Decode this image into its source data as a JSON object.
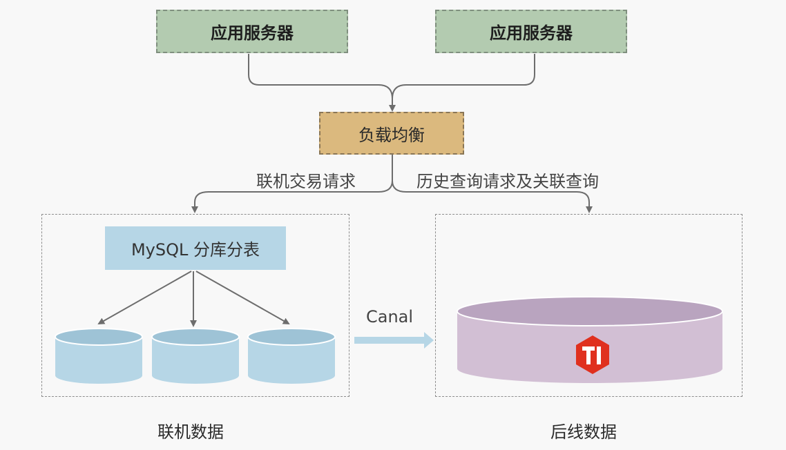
{
  "diagram": {
    "app_servers": [
      "应用服务器",
      "应用服务器"
    ],
    "load_balancer": "负载均衡",
    "edge_labels": {
      "online_request": "联机交易请求",
      "history_request": "历史查询请求及关联查询",
      "canal": "Canal"
    },
    "mysql_box": "MySQL 分库分表",
    "group_labels": {
      "online": "联机数据",
      "offline": "后线数据"
    },
    "logo_text": "Ti",
    "colors": {
      "app_server_fill": "#b3cbb0",
      "load_balancer_fill": "#dbb97e",
      "mysql_fill": "#b6d6e6",
      "db_shard_fill": "#b6d6e6",
      "tidb_fill": "#d2bfd4",
      "tidb_logo": "#e0301e",
      "connector": "#6d6d6d",
      "canal_arrow": "#b6d6e6"
    }
  }
}
